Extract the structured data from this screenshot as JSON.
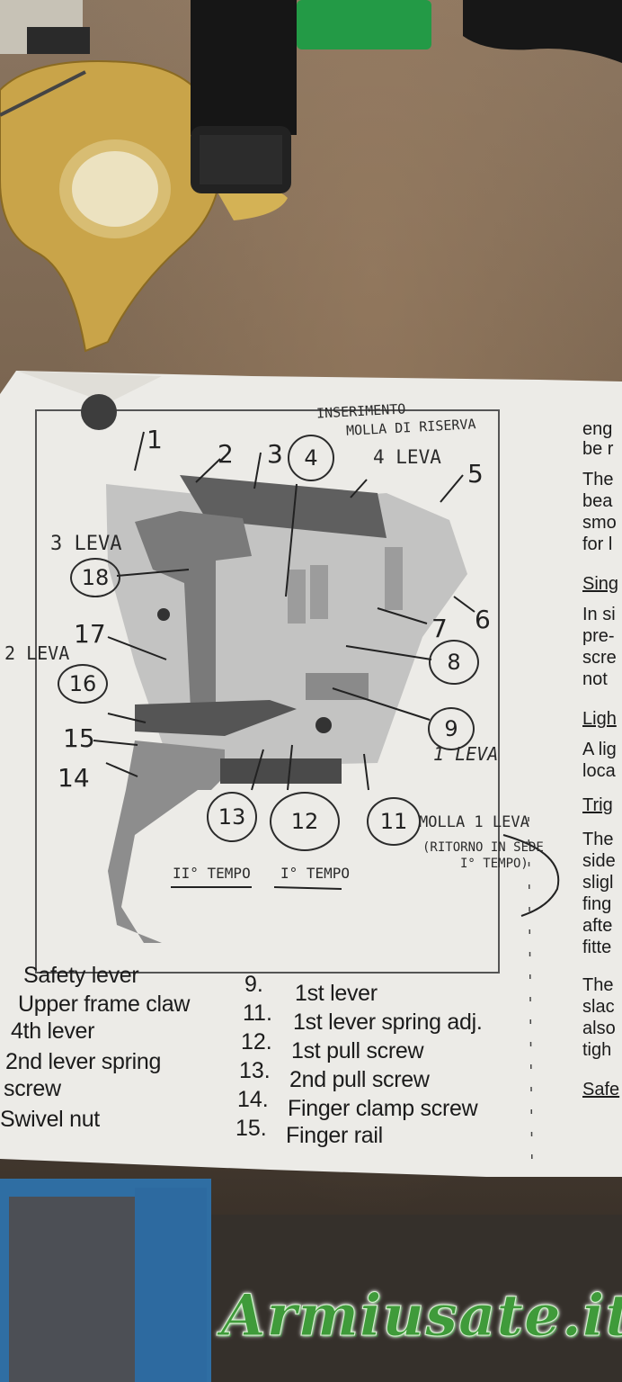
{
  "photo": {
    "subject": "photo of a printed trigger-mechanism diagram on a workbench"
  },
  "diagram": {
    "numbers": [
      "1",
      "2",
      "3",
      "4",
      "5",
      "6",
      "7",
      "8",
      "9",
      "11",
      "12",
      "13",
      "14",
      "15",
      "16",
      "17",
      "18"
    ],
    "annotations": {
      "inserimento": "INSERIMENTO",
      "molla_riserva": "MOLLA DI RISERVA",
      "lev4": "4 LEVA",
      "lev3": "3 LEVA",
      "lev2": "2 LEVA",
      "lev1": "1 LEVA",
      "molla_1leva": "MOLLA 1 LEVA",
      "ritorno": "(RITORNO IN SEDE",
      "tempo_ret": "I° TEMPO)",
      "tempo2_left": "II° TEMPO",
      "tempo1_right": "I° TEMPO"
    }
  },
  "captions": {
    "left": [
      "Safety lever",
      "Upper frame claw",
      "4th lever",
      "2nd lever spring",
      "screw",
      "Swivel nut"
    ],
    "right_nums": [
      "9.",
      "11.",
      "12.",
      "13.",
      "14.",
      "15."
    ],
    "right": [
      "1st lever",
      "1st lever spring adj.",
      "1st pull screw",
      "2nd pull screw",
      "Finger clamp screw",
      "Finger rail"
    ]
  },
  "side_text": [
    "eng",
    "be r",
    "The",
    "bea",
    "smo",
    "for l",
    "Sing",
    "In si",
    "pre-",
    "scre",
    "not",
    "Ligh",
    "A lig",
    "loca",
    "Trig",
    "The",
    "side",
    "sligl",
    "fing",
    "afte",
    "fitte",
    "The",
    "slac",
    "also",
    "tigh",
    "Safe"
  ],
  "watermark": "Armiusate.it"
}
